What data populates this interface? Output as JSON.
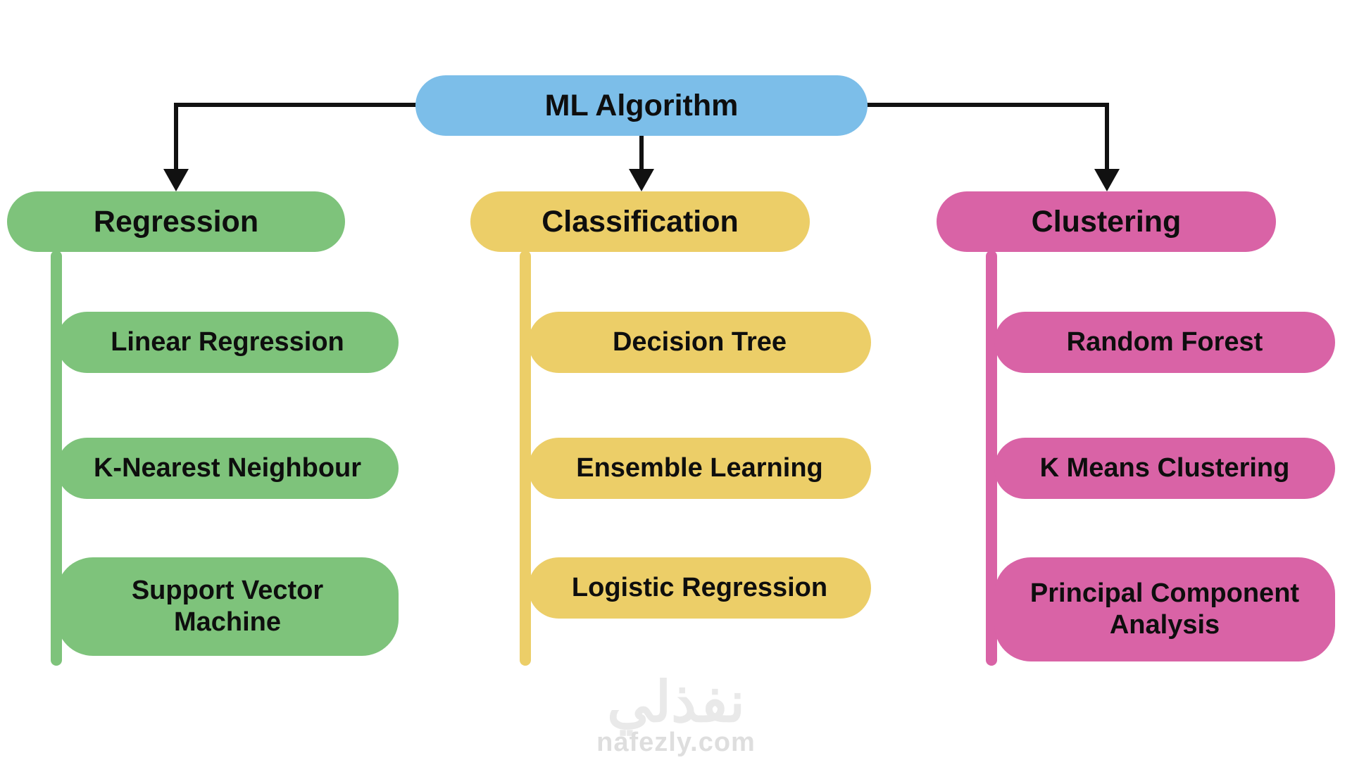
{
  "root": {
    "label": "ML Algorithm"
  },
  "branches": [
    {
      "label": "Regression",
      "color": "#7ec37b",
      "children": [
        "Linear Regression",
        "K-Nearest Neighbour",
        "Support Vector Machine"
      ]
    },
    {
      "label": "Classification",
      "color": "#ecce68",
      "children": [
        "Decision Tree",
        "Ensemble Learning",
        "Logistic Regression"
      ]
    },
    {
      "label": "Clustering",
      "color": "#d963a6",
      "children": [
        "Random Forest",
        "K Means Clustering",
        "Principal Component Analysis"
      ]
    }
  ],
  "colors": {
    "root_fill": "#7cbee9",
    "connector": "#111111",
    "text": "#0e0e0e",
    "background": "#ffffff",
    "watermark_logo": "#e9e9e9",
    "watermark_site": "#dedede"
  },
  "watermark": {
    "logo_text": "نفذلي",
    "site_text": "nafezly.com"
  }
}
